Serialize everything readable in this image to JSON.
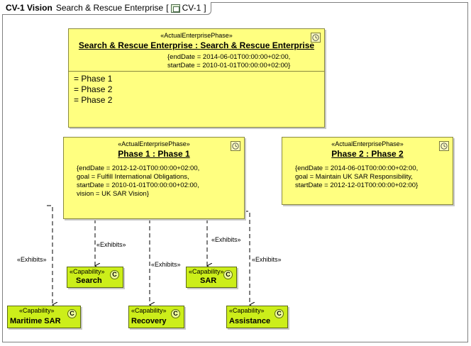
{
  "frame": {
    "kind": "CV-1 Vision",
    "title": "Search & Rescue Enterprise",
    "open_bracket": "[",
    "diagram_ref": "CV-1",
    "close_bracket": "]"
  },
  "phases": {
    "enterprise": {
      "stereotype": "«ActualEnterprisePhase»",
      "name": "Search & Rescue Enterprise : Search & Rescue Enterprise",
      "props": [
        "{endDate = 2014-06-01T00:00:00+02:00,",
        "startDate = 2010-01-01T00:00:00+02:00}"
      ],
      "parts": [
        "= Phase 1",
        "= Phase 2",
        "= Phase 2"
      ]
    },
    "phase1": {
      "stereotype": "«ActualEnterprisePhase»",
      "name": "Phase 1 : Phase 1",
      "props": [
        "{endDate = 2012-12-01T00:00:00+02:00,",
        "goal = Fulfill International Obligations,",
        "startDate = 2010-01-01T00:00:00+02:00,",
        "vision = UK SAR Vision}"
      ]
    },
    "phase2": {
      "stereotype": "«ActualEnterprisePhase»",
      "name": "Phase 2 : Phase 2",
      "props": [
        "{endDate = 2014-06-01T00:00:00+02:00,",
        "goal = Maintain UK SAR Responsibility,",
        "startDate = 2012-12-01T00:00:00+02:00}"
      ]
    }
  },
  "capabilities": {
    "stereotype": "«Capability»",
    "icon_letter": "C",
    "search": "Search",
    "sar": "SAR",
    "maritime": "Maritime SAR",
    "recovery": "Recovery",
    "assistance": "Assistance"
  },
  "edges": {
    "exhibits": "«Exhibits»"
  },
  "colors": {
    "phase_fill": "#ffff80",
    "capability_fill": "#ccee1a"
  }
}
